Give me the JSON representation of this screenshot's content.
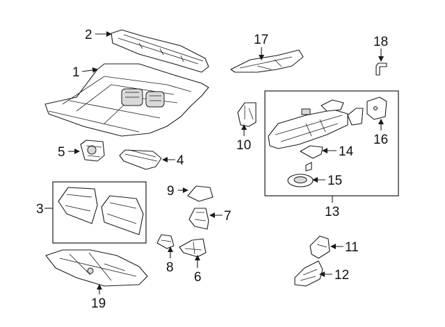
{
  "callouts": {
    "c1": "1",
    "c2": "2",
    "c3": "3",
    "c4": "4",
    "c5": "5",
    "c6": "6",
    "c7": "7",
    "c8": "8",
    "c9": "9",
    "c10": "10",
    "c11": "11",
    "c12": "12",
    "c13": "13",
    "c14": "14",
    "c15": "15",
    "c16": "16",
    "c17": "17",
    "c18": "18",
    "c19": "19"
  },
  "colors": {
    "line": "#1a1a1a",
    "background": "#ffffff",
    "shade": "#d9d9d9"
  }
}
